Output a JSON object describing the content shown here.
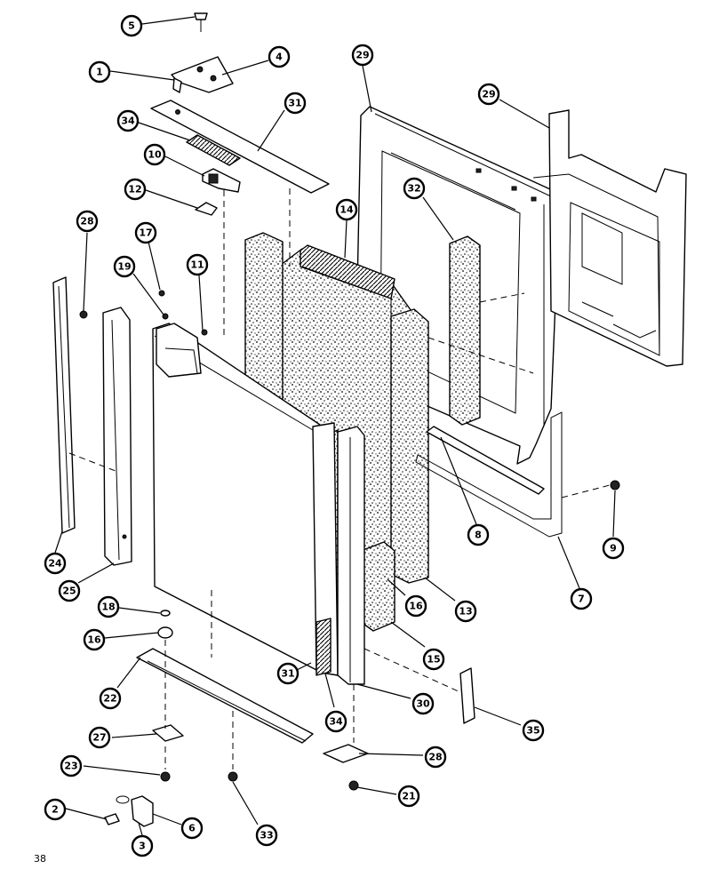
{
  "diagram": {
    "page_number": "38",
    "callouts": [
      "5",
      "1",
      "4",
      "34",
      "31",
      "10",
      "12",
      "28",
      "17",
      "19",
      "11",
      "14",
      "29",
      "32",
      "29",
      "9",
      "8",
      "7",
      "13",
      "16",
      "15",
      "24",
      "25",
      "18",
      "16",
      "22",
      "31",
      "34",
      "30",
      "35",
      "27",
      "23",
      "28",
      "2",
      "3",
      "6",
      "33",
      "21"
    ]
  }
}
